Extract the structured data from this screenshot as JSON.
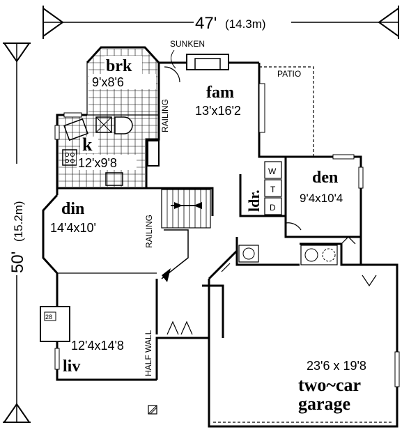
{
  "dimensions": {
    "width_ft": "47'",
    "width_m": "(14.3m)",
    "depth_ft": "50'",
    "depth_m": "(15.2m)"
  },
  "notes": {
    "sunken": "SUNKEN",
    "patio": "PATIO",
    "railing_upper": "RAILING",
    "railing_lower": "RAILING",
    "half_wall": "HALF WALL"
  },
  "rooms": {
    "breakfast": {
      "name": "brk",
      "size": "9'x8'6"
    },
    "family": {
      "name": "fam",
      "size": "13'x16'2"
    },
    "kitchen": {
      "name": "k",
      "size": "12'x9'8"
    },
    "laundry": {
      "name": "ldr."
    },
    "den": {
      "name": "den",
      "size": "9'4x10'4"
    },
    "dining": {
      "name": "din",
      "size": "14'4x10'"
    },
    "living": {
      "name": "liv",
      "size": "12'4x14'8"
    },
    "garage": {
      "name": "two~car garage",
      "size": "23'6 x 19'8",
      "name_line1": "two~car",
      "name_line2": "garage"
    }
  },
  "appliances": {
    "washer": "W",
    "dryer": "D",
    "tub": "T"
  }
}
